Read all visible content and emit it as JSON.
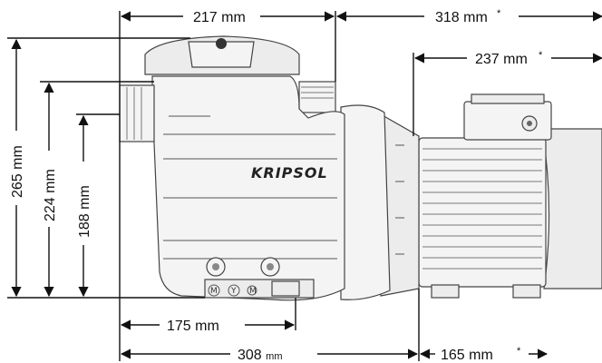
{
  "dimensions": {
    "top_width": "217 mm",
    "top_total": "318 mm",
    "top_motor": "237 mm",
    "height_total": "265 mm",
    "height_mid": "224 mm",
    "height_inlet": "188 mm",
    "bottom_left": "175 mm",
    "bottom_total_value": "308",
    "bottom_total_unit": "mm",
    "bottom_motor": "165 mm"
  },
  "asterisk": "*",
  "brand": "KRIPSOL",
  "buttons": [
    "M",
    "Y",
    "M"
  ]
}
